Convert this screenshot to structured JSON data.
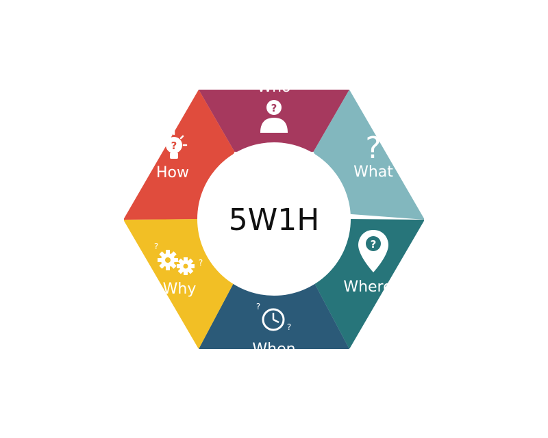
{
  "diagram": {
    "center": {
      "title": "5W1H"
    },
    "segments": [
      {
        "id": "who",
        "label": "Who",
        "color": "#a6395e",
        "icon": "person-question-icon"
      },
      {
        "id": "what",
        "label": "What",
        "color": "#82b7be",
        "icon": "question-mark-icon"
      },
      {
        "id": "where",
        "label": "Where",
        "color": "#27757a",
        "icon": "location-pin-question-icon"
      },
      {
        "id": "when",
        "label": "When",
        "color": "#2b5a78",
        "icon": "clock-question-icon"
      },
      {
        "id": "why",
        "label": "Why",
        "color": "#f2bf25",
        "icon": "gears-question-icon"
      },
      {
        "id": "how",
        "label": "How",
        "color": "#e04c3d",
        "icon": "lightbulb-question-icon"
      }
    ]
  }
}
